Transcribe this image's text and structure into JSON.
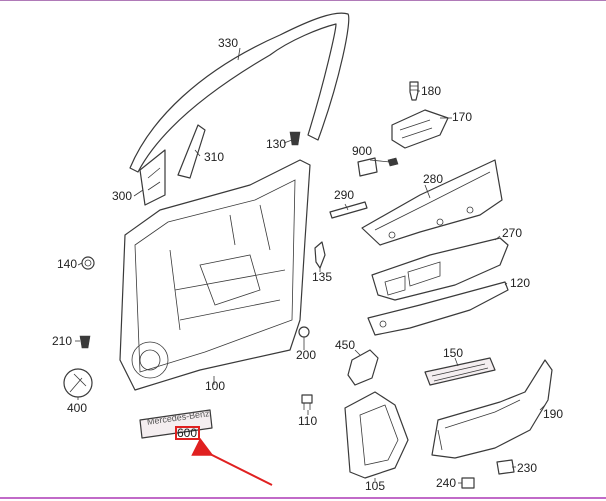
{
  "callouts": {
    "c330": "330",
    "c180": "180",
    "c170": "170",
    "c130": "130",
    "c310": "310",
    "c900": "900",
    "c300": "300",
    "c290": "290",
    "c280": "280",
    "c270": "270",
    "c140": "140",
    "c135": "135",
    "c120": "120",
    "c210": "210",
    "c200": "200",
    "c450": "450",
    "c150": "150",
    "c400": "400",
    "c100": "100",
    "c110": "110",
    "c190": "190",
    "c600": "600",
    "c105": "105",
    "c240": "240",
    "c230": "230"
  },
  "emblem_text": "Mercedes-Benz",
  "colors": {
    "highlight": "#e02020",
    "arrow": "#e02020",
    "frame": "#c16ac8",
    "line": "#3a3a3a"
  }
}
